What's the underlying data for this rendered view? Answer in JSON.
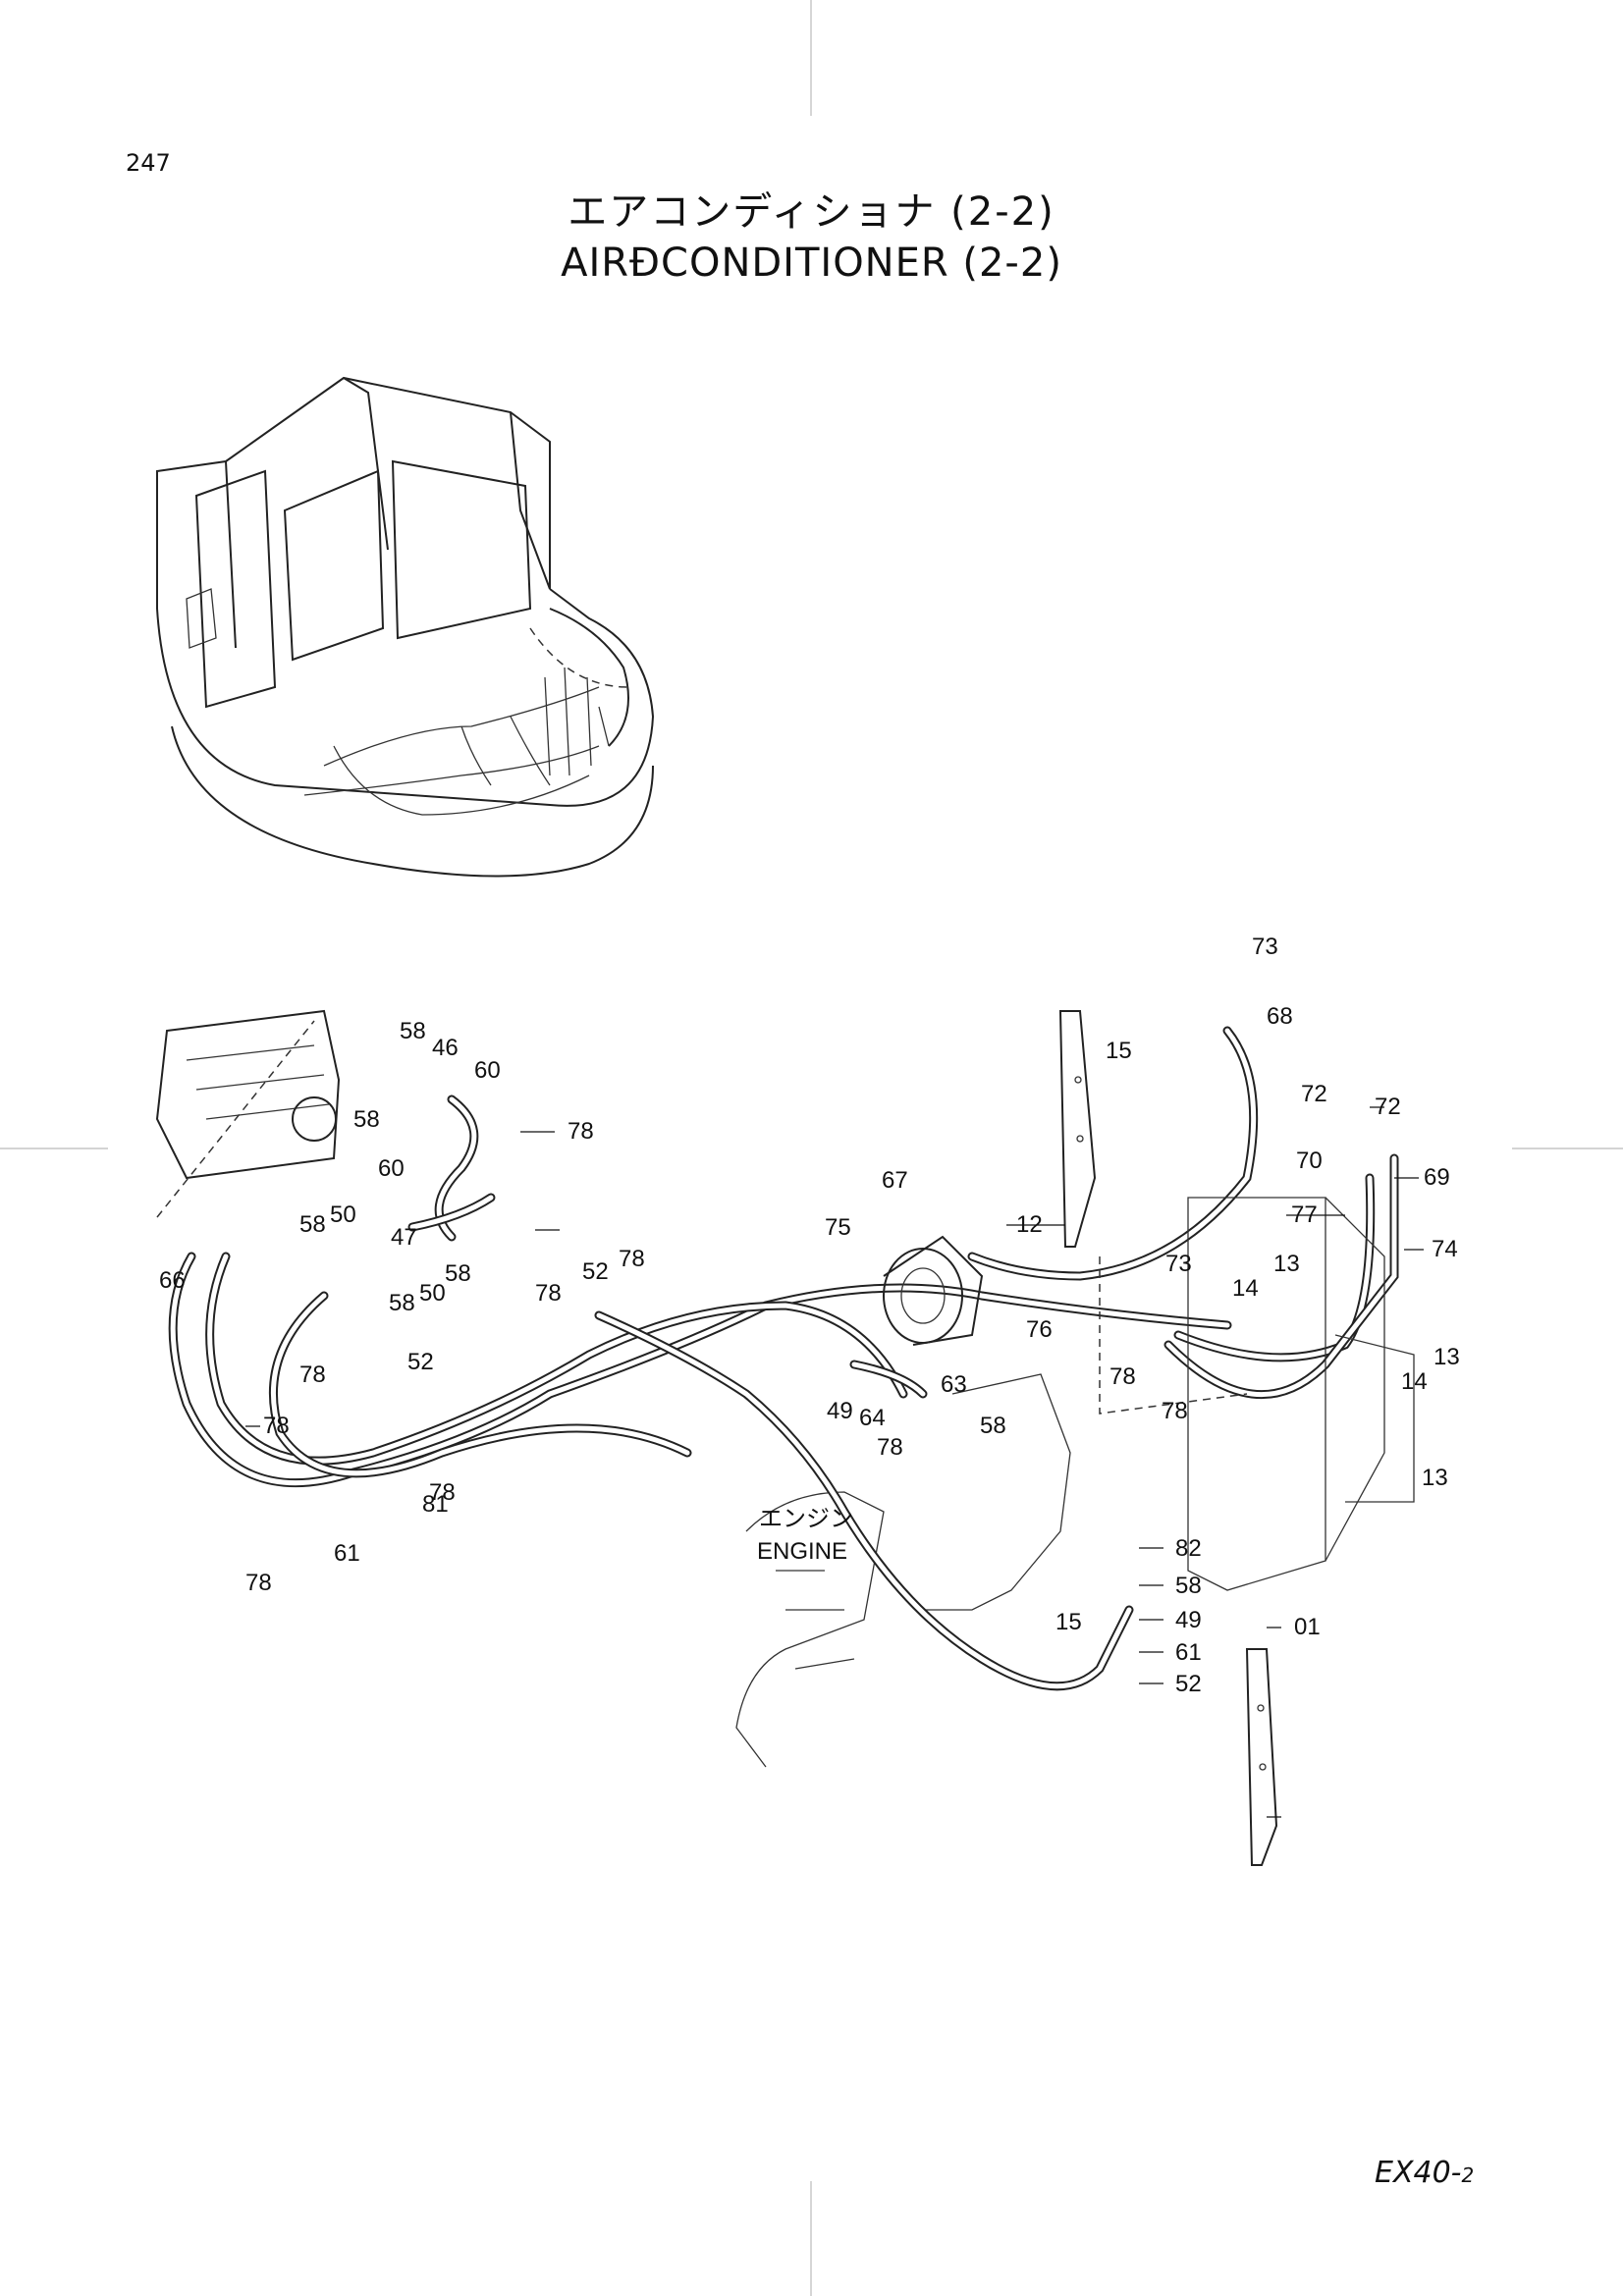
{
  "page_number": "247",
  "title_jp": "エアコンディショナ (2-2)",
  "title_en": "AIRĐCONDITIONER (2-2)",
  "model": "EX40-",
  "model_suffix": "2",
  "engine_label_jp": "エンジン",
  "engine_label_en": "ENGINE",
  "callouts": [
    "58",
    "46",
    "60",
    "78",
    "58",
    "60",
    "67",
    "75",
    "12",
    "15",
    "73",
    "68",
    "72",
    "72",
    "70",
    "69",
    "77",
    "74",
    "13",
    "14",
    "13",
    "14",
    "13",
    "73",
    "76",
    "78",
    "78",
    "52",
    "78",
    "50",
    "58",
    "47",
    "58",
    "50",
    "58",
    "66",
    "78",
    "78",
    "78",
    "52",
    "78",
    "78",
    "61",
    "49",
    "64",
    "63",
    "58",
    "78",
    "81",
    "82",
    "58",
    "49",
    "61",
    "52",
    "15",
    "01"
  ]
}
